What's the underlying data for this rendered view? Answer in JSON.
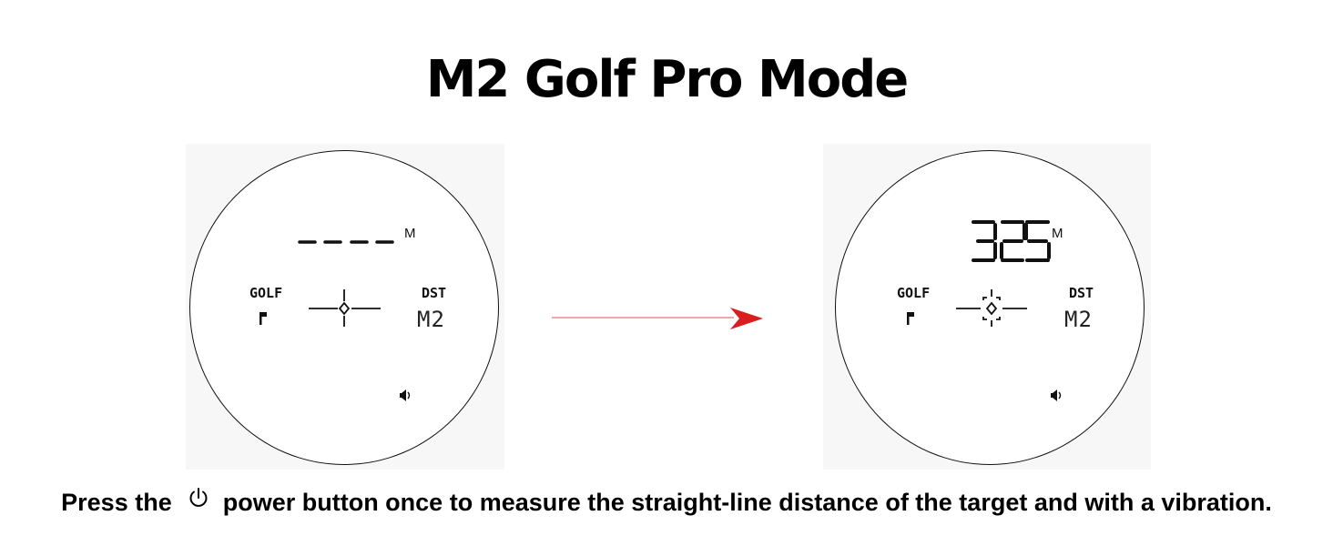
{
  "title": "M2 Golf Pro Mode",
  "left_screen": {
    "distance_placeholder": "- - - -",
    "unit": "M",
    "left_label": "GOLF",
    "right_label": "DST",
    "mode_label": "M2"
  },
  "right_screen": {
    "distance": "325",
    "unit": "M",
    "left_label": "GOLF",
    "right_label": "DST",
    "mode_label": "M2"
  },
  "caption": {
    "before": "Press the",
    "after": "power button once to measure the straight-line distance of the target and with a vibration."
  },
  "colors": {
    "arrow": "#d81e1e",
    "arrow_line": "#f08a8a"
  },
  "icons": [
    "flag-icon",
    "crosshair-icon",
    "speaker-icon",
    "power-icon",
    "arrow-right-icon"
  ]
}
